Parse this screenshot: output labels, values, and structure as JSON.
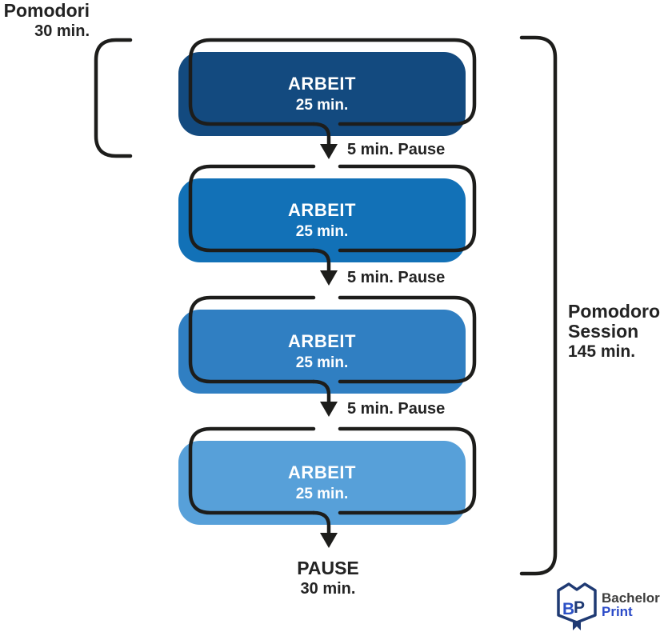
{
  "diagram": {
    "pomodori_label": {
      "title": "Pomodori",
      "duration": "30 min."
    },
    "session_label": {
      "line1": "Pomodoro",
      "line2": "Session",
      "line3": "145 min."
    },
    "blocks": [
      {
        "title": "ARBEIT",
        "duration": "25 min.",
        "color": "#134A7F"
      },
      {
        "title": "ARBEIT",
        "duration": "25 min.",
        "color": "#1271B7"
      },
      {
        "title": "ARBEIT",
        "duration": "25 min.",
        "color": "#307FC2"
      },
      {
        "title": "ARBEIT",
        "duration": "25 min.",
        "color": "#57A0D9"
      }
    ],
    "pause_labels": [
      "5 min. Pause",
      "5 min. Pause",
      "5 min. Pause"
    ],
    "final_pause": {
      "title": "PAUSE",
      "duration": "30 min."
    },
    "line_color": "#1D1D1B",
    "text_color": "#232323",
    "block_text_color": "#FFFFFF"
  },
  "logo": {
    "monogram_b": "B",
    "monogram_p": "P",
    "brand_top": "Bachelor",
    "brand_bottom": "Print",
    "icon_color": "#1F3A73",
    "accent_color": "#2B50C5",
    "brand_top_color": "#3D3D3C",
    "brand_bottom_color": "#2B4BC8"
  }
}
